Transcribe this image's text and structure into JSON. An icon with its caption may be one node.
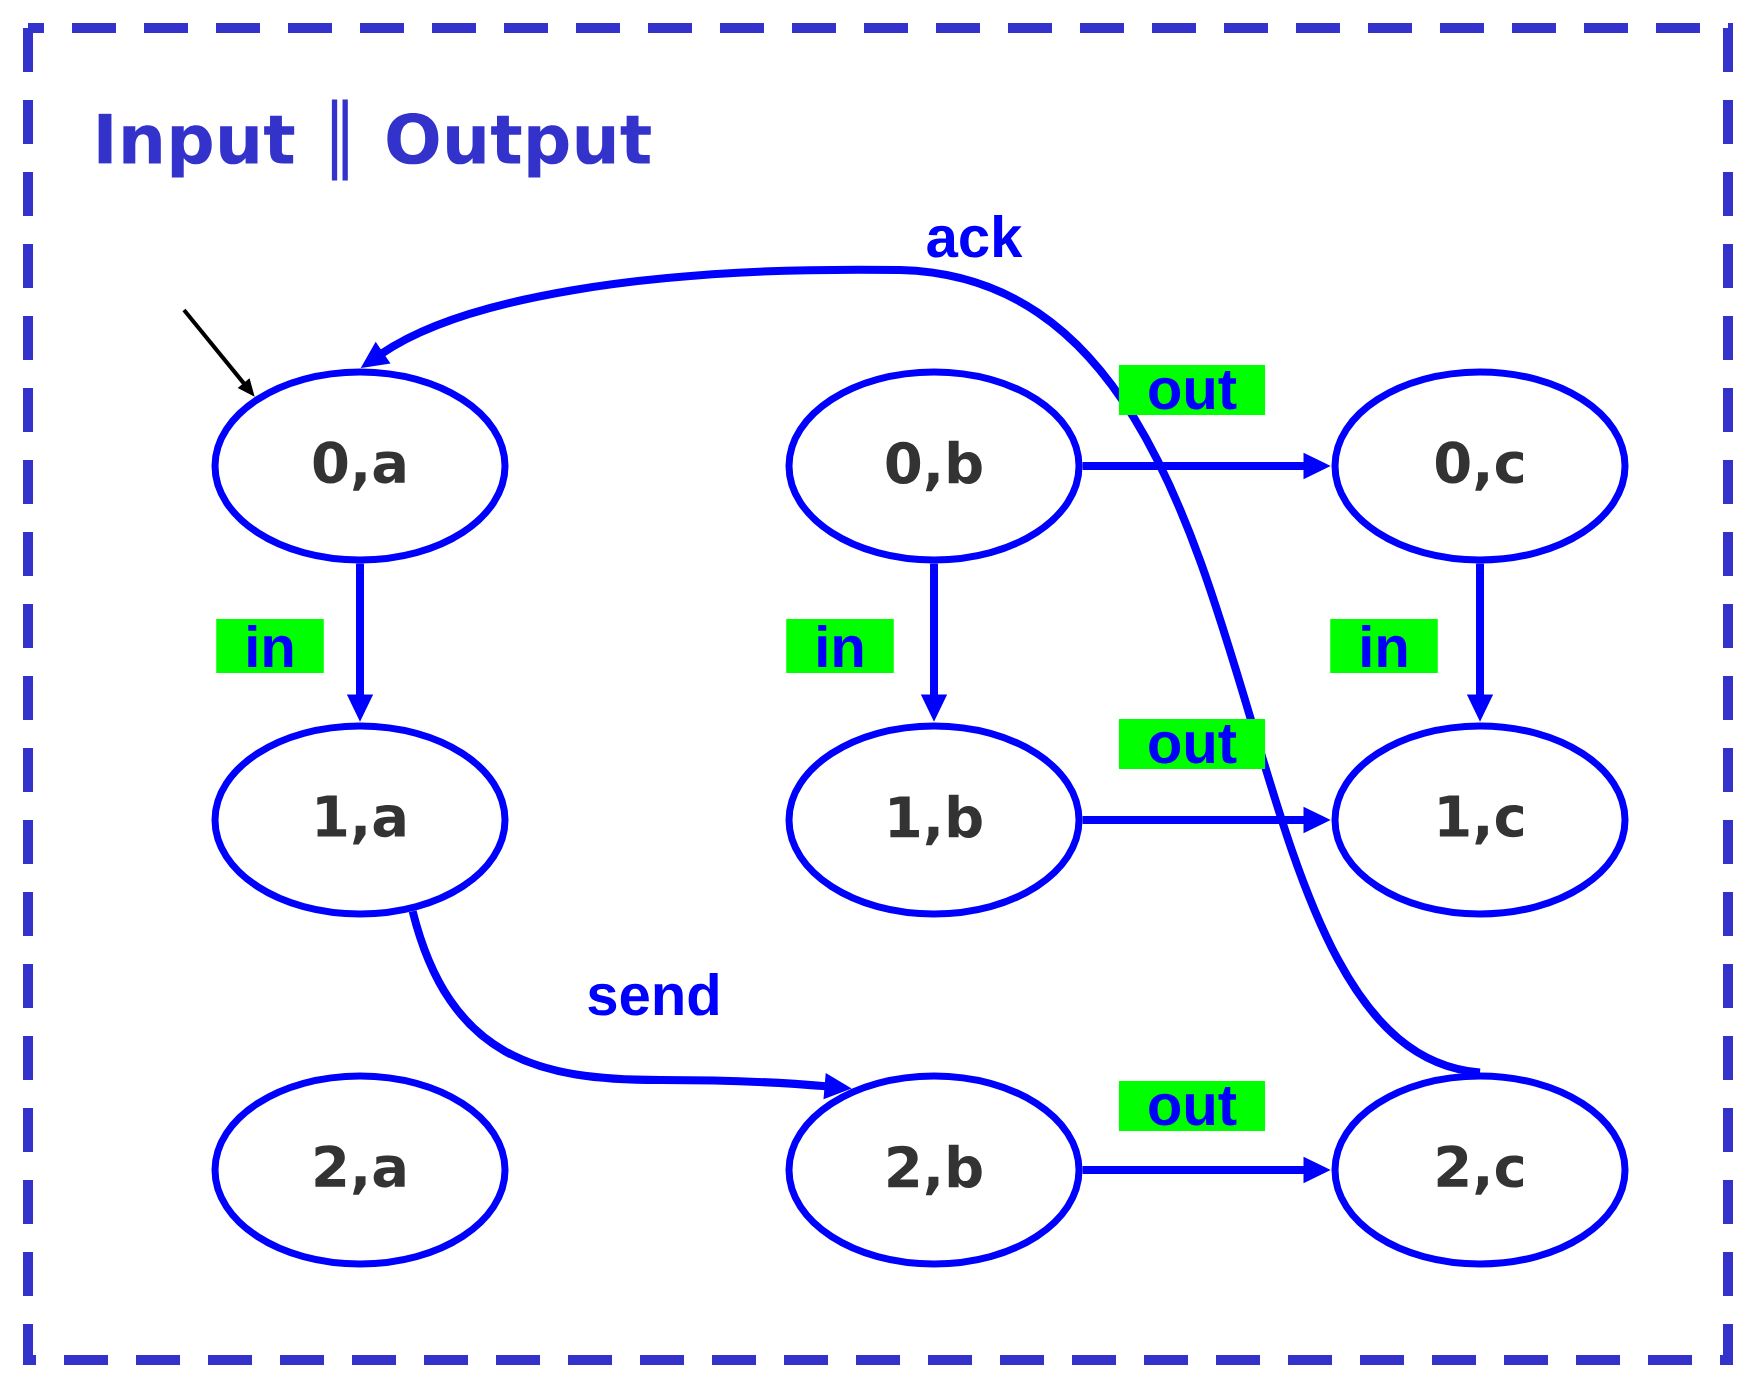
{
  "diagram": {
    "title": "Input ║ Output",
    "nodes": [
      {
        "text": [
          "0,a"
        ]
      },
      {
        "text": [
          "0,b"
        ]
      },
      {
        "text": [
          "0,c"
        ]
      },
      {
        "text": [
          "1,a"
        ]
      },
      {
        "text": [
          "1,b"
        ]
      },
      {
        "text": [
          "1,c"
        ]
      },
      {
        "text": [
          "2,a"
        ]
      },
      {
        "text": [
          "2,b"
        ]
      },
      {
        "text": [
          "2,c"
        ]
      }
    ],
    "edges": [
      {
        "from": null,
        "to": 0,
        "arrow": "to",
        "color": "#000000"
      },
      {
        "from": 0,
        "to": 3,
        "arrow": "to",
        "label": "in"
      },
      {
        "from": 1,
        "to": 4,
        "arrow": "to",
        "label": "in"
      },
      {
        "from": 2,
        "to": 5,
        "arrow": "to",
        "label": "in"
      },
      {
        "from": 1,
        "to": 2,
        "arrow": "to",
        "label": "out"
      },
      {
        "from": 4,
        "to": 5,
        "arrow": "to",
        "label": "out"
      },
      {
        "from": 7,
        "to": 8,
        "arrow": "to",
        "label": "out"
      },
      {
        "from": 3,
        "to": 7,
        "arrow": "to",
        "label": "send"
      },
      {
        "from": 8,
        "to": 0,
        "arrow": "to",
        "label": "ack"
      }
    ]
  }
}
